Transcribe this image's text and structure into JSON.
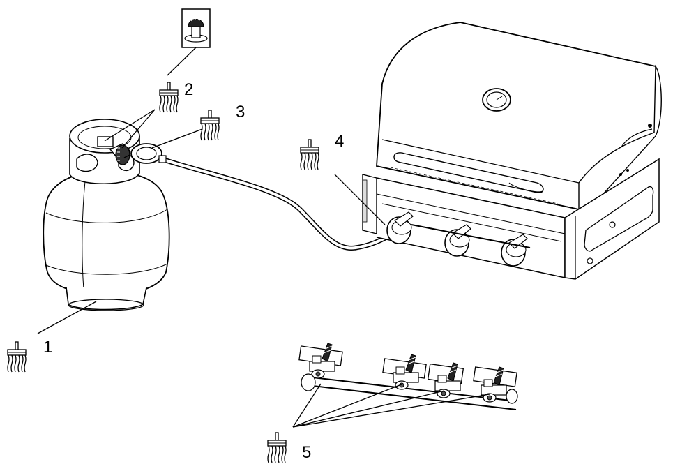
{
  "diagram": {
    "callouts": [
      {
        "number": "1",
        "target": "tank-base"
      },
      {
        "number": "2",
        "target": "tank-valve-connection"
      },
      {
        "number": "3",
        "target": "regulator"
      },
      {
        "number": "4",
        "target": "hose-to-grill-connection"
      },
      {
        "number": "5",
        "target": "burner-valve-manifold-connections"
      }
    ],
    "icons": [
      "brush-icon",
      "tank-valve-inset-icon"
    ],
    "colors": {
      "line": "#000000",
      "background": "#ffffff",
      "fill": "#ffffff",
      "shade": "#d9d9d9"
    }
  }
}
